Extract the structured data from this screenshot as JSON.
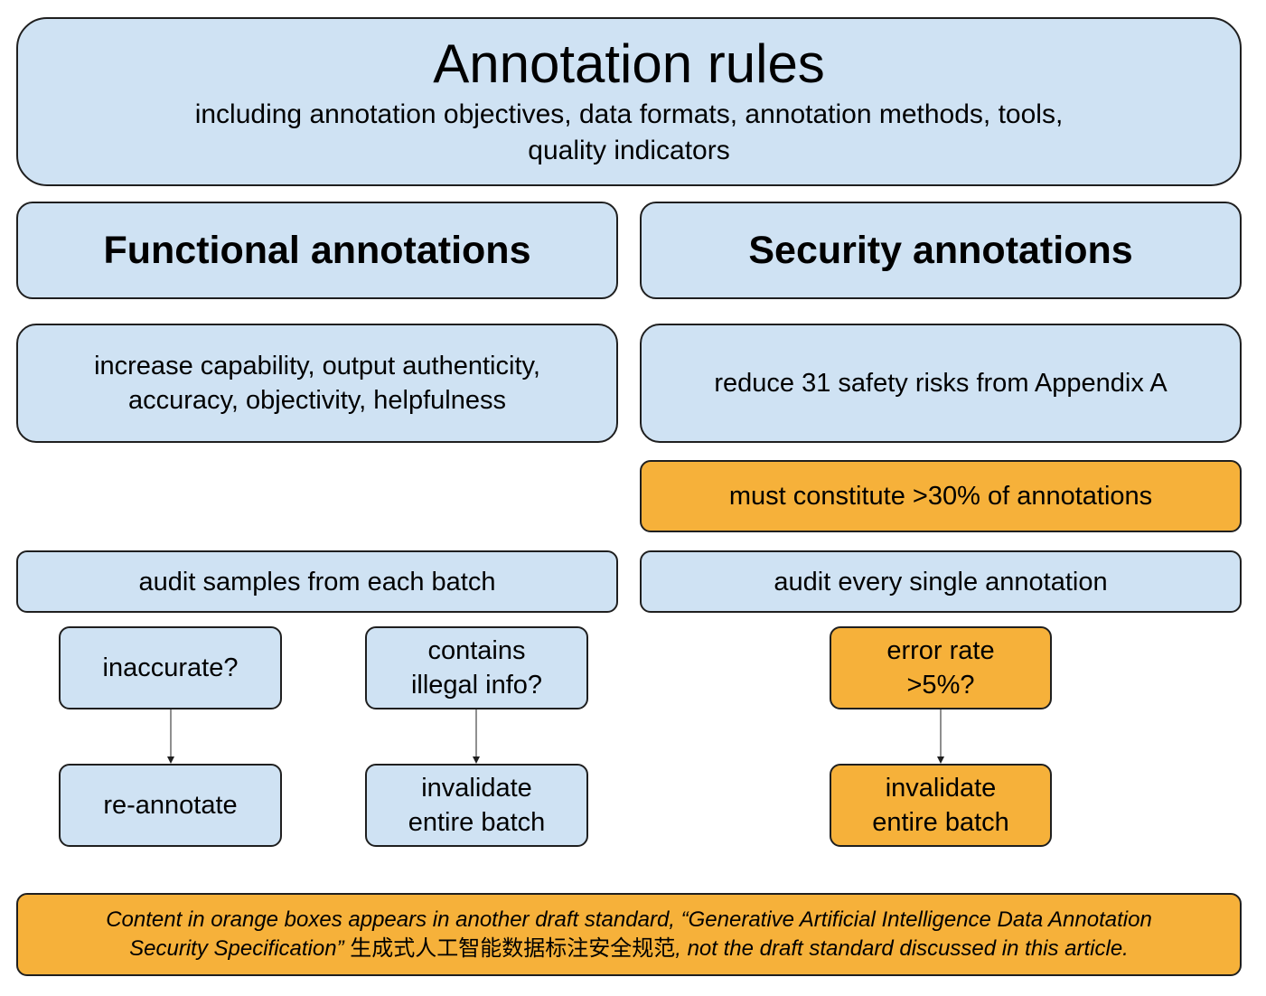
{
  "header": {
    "title": "Annotation rules",
    "subtitle_lines": [
      "including annotation objectives, data formats, annotation methods, tools,",
      "quality indicators"
    ]
  },
  "functional": {
    "heading": "Functional annotations",
    "goal_lines": [
      "increase capability, output authenticity,",
      "accuracy, objectivity, helpfulness"
    ],
    "audit": "audit samples from each batch",
    "check_inaccurate": "inaccurate?",
    "check_illegal_lines": [
      "contains",
      "illegal info?"
    ],
    "action_reannotate": "re-annotate",
    "action_invalidate_lines": [
      "invalidate",
      "entire batch"
    ]
  },
  "security": {
    "heading": "Security annotations",
    "goal": "reduce 31 safety risks from Appendix A",
    "share": "must constitute >30% of annotations",
    "audit": "audit every single annotation",
    "check_error_lines": [
      "error rate",
      ">5%?"
    ],
    "action_invalidate_lines": [
      "invalidate",
      "entire batch"
    ]
  },
  "footnote": {
    "line1": "Content in orange boxes appears in another draft standard, “Generative Artificial Intelligence Data Annotation",
    "line2_start": "Security Specification” ",
    "line2_cjk": "生成式人工智能数据标注安全规范",
    "line2_end": ", not the draft standard discussed in this article."
  },
  "colors": {
    "blue_box": "#cfe2f3",
    "orange_box": "#f6b13a",
    "border": "#1f1f1f"
  }
}
